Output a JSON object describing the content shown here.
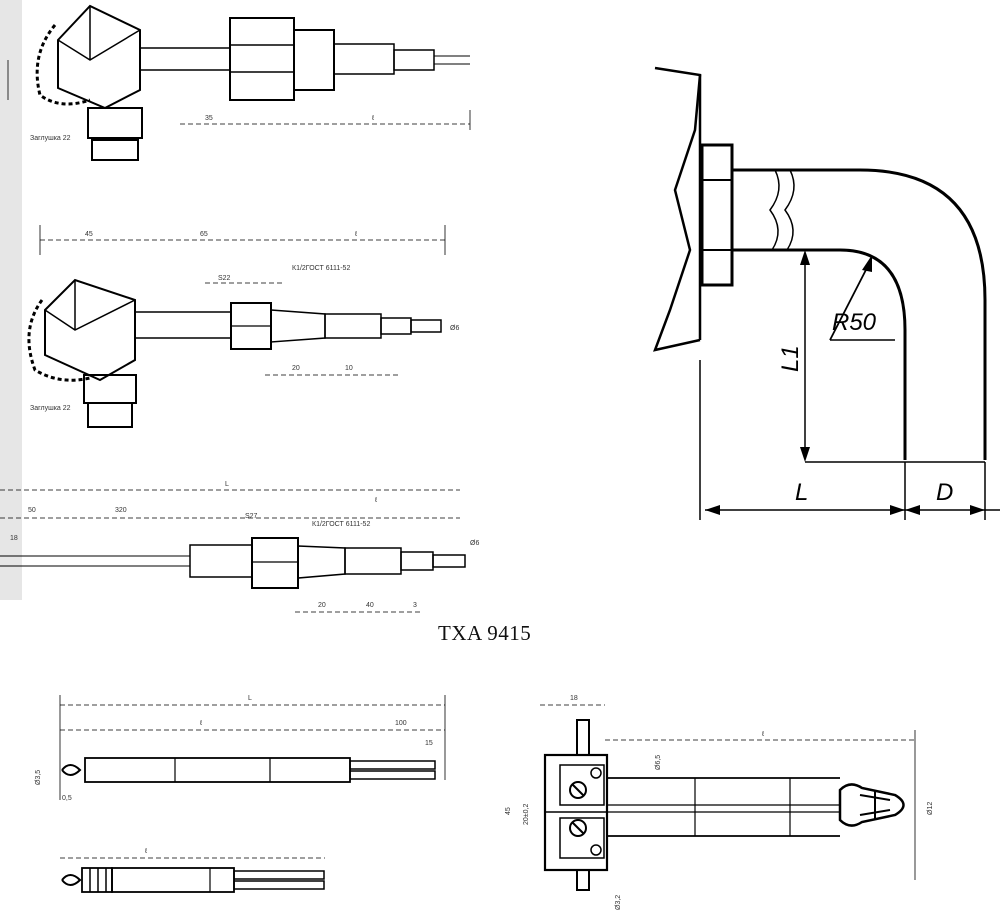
{
  "caption": "TXA 9415",
  "bend_diagram": {
    "radius_label": "R50",
    "height_label": "L1",
    "length_label": "L",
    "diameter_label": "D"
  },
  "top_drawing": {
    "dims": [
      "35",
      "ℓ"
    ],
    "note": "Заглушка 22"
  },
  "middle_drawing": {
    "dims": [
      "45",
      "65",
      "ℓ",
      "S22",
      "20",
      "10",
      "Ø6"
    ],
    "thread": "К1/2ГОСТ 6111-52",
    "note": "Заглушка 22"
  },
  "lower_drawing": {
    "dims": [
      "50",
      "320",
      "L",
      "ℓ",
      "S27",
      "20",
      "40",
      "3",
      "18",
      "Ø6"
    ],
    "thread": "К1/2ГОСТ 6111-52"
  },
  "bottom_left_drawing": {
    "dims": [
      "L",
      "ℓ",
      "100",
      "15",
      "Ø3,5",
      "0,5"
    ]
  },
  "bottom_left_small": {
    "dims": [
      "ℓ"
    ]
  },
  "bottom_right_drawing": {
    "dims": [
      "18",
      "ℓ",
      "Ø6,5",
      "45",
      "20±0,2",
      "Ø12",
      "Ø3,2"
    ]
  },
  "colors": {
    "ink": "#000000",
    "paper": "#ffffff",
    "shade": "#bdbdbd"
  }
}
